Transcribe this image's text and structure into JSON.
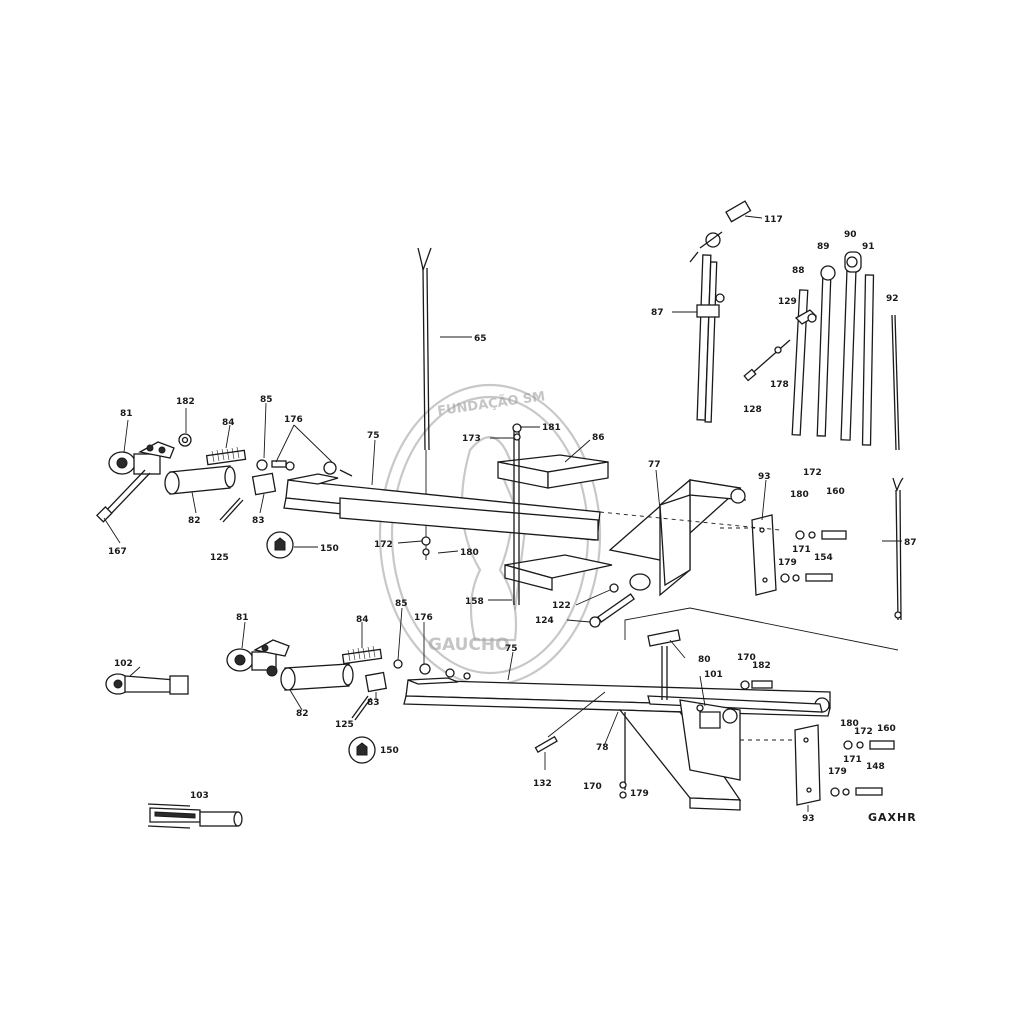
{
  "diagram": {
    "code": "GAXHR",
    "watermark_top": "FUNDAÇÃO SM",
    "watermark_bottom": "GAUCHO",
    "labels": [
      {
        "key": "p117",
        "text": "117"
      },
      {
        "key": "p90",
        "text": "90"
      },
      {
        "key": "p89",
        "text": "89"
      },
      {
        "key": "p91",
        "text": "91"
      },
      {
        "key": "p88",
        "text": "88"
      },
      {
        "key": "p92",
        "text": "92"
      },
      {
        "key": "p87a",
        "text": "87"
      },
      {
        "key": "p129",
        "text": "129"
      },
      {
        "key": "p178",
        "text": "178"
      },
      {
        "key": "p128",
        "text": "128"
      },
      {
        "key": "p65",
        "text": "65"
      },
      {
        "key": "p81a",
        "text": "81"
      },
      {
        "key": "p182a",
        "text": "182"
      },
      {
        "key": "p84a",
        "text": "84"
      },
      {
        "key": "p85a",
        "text": "85"
      },
      {
        "key": "p176a",
        "text": "176"
      },
      {
        "key": "p75a",
        "text": "75"
      },
      {
        "key": "p173",
        "text": "173"
      },
      {
        "key": "p181",
        "text": "181"
      },
      {
        "key": "p86",
        "text": "86"
      },
      {
        "key": "p77",
        "text": "77"
      },
      {
        "key": "p93a",
        "text": "93"
      },
      {
        "key": "p172a",
        "text": "172"
      },
      {
        "key": "p180a",
        "text": "180"
      },
      {
        "key": "p160a",
        "text": "160"
      },
      {
        "key": "p82a",
        "text": "82"
      },
      {
        "key": "p83a",
        "text": "83"
      },
      {
        "key": "p167",
        "text": "167"
      },
      {
        "key": "p125a",
        "text": "125"
      },
      {
        "key": "p150a",
        "text": "150"
      },
      {
        "key": "p172b",
        "text": "172"
      },
      {
        "key": "p180b",
        "text": "180"
      },
      {
        "key": "p171a",
        "text": "171"
      },
      {
        "key": "p154",
        "text": "154"
      },
      {
        "key": "p179a",
        "text": "179"
      },
      {
        "key": "p87b",
        "text": "87"
      },
      {
        "key": "p158",
        "text": "158"
      },
      {
        "key": "p122",
        "text": "122"
      },
      {
        "key": "p124",
        "text": "124"
      },
      {
        "key": "p81b",
        "text": "81"
      },
      {
        "key": "p84b",
        "text": "84"
      },
      {
        "key": "p85b",
        "text": "85"
      },
      {
        "key": "p176b",
        "text": "176"
      },
      {
        "key": "p75b",
        "text": "75"
      },
      {
        "key": "p80",
        "text": "80"
      },
      {
        "key": "p170a",
        "text": "170"
      },
      {
        "key": "p182b",
        "text": "182"
      },
      {
        "key": "p102",
        "text": "102"
      },
      {
        "key": "p101",
        "text": "101"
      },
      {
        "key": "p82b",
        "text": "82"
      },
      {
        "key": "p83b",
        "text": "83"
      },
      {
        "key": "p125b",
        "text": "125"
      },
      {
        "key": "p180c",
        "text": "180"
      },
      {
        "key": "p172c",
        "text": "172"
      },
      {
        "key": "p160b",
        "text": "160"
      },
      {
        "key": "p150b",
        "text": "150"
      },
      {
        "key": "p78",
        "text": "78"
      },
      {
        "key": "p132",
        "text": "132"
      },
      {
        "key": "p171b",
        "text": "171"
      },
      {
        "key": "p179b",
        "text": "179"
      },
      {
        "key": "p148",
        "text": "148"
      },
      {
        "key": "p170b",
        "text": "170"
      },
      {
        "key": "p179c",
        "text": "179"
      },
      {
        "key": "p103",
        "text": "103"
      },
      {
        "key": "p93b",
        "text": "93"
      }
    ]
  }
}
